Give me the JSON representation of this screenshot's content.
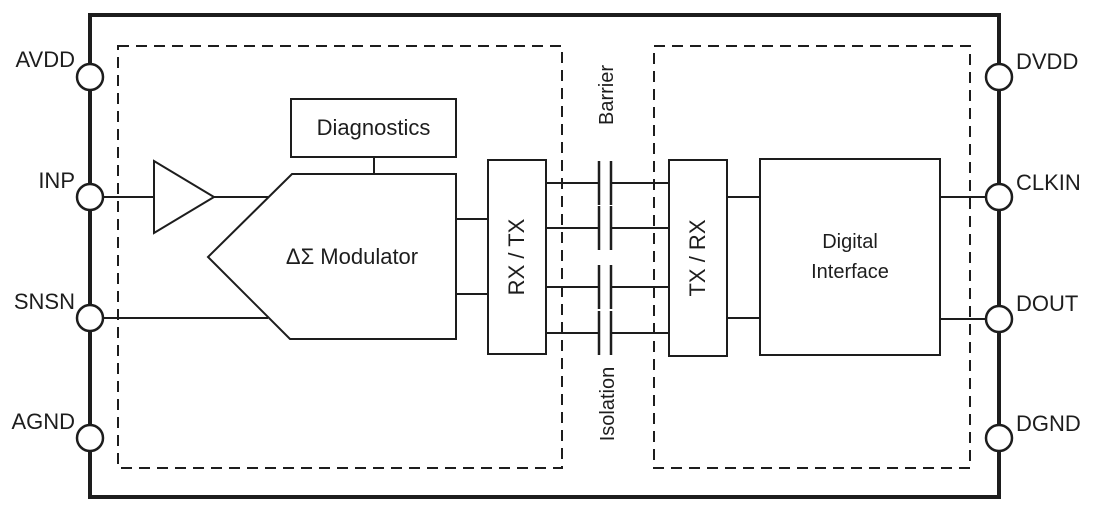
{
  "pins": {
    "left": [
      {
        "label": "AVDD"
      },
      {
        "label": "INP"
      },
      {
        "label": "SNSN"
      },
      {
        "label": "AGND"
      }
    ],
    "right": [
      {
        "label": "DVDD"
      },
      {
        "label": "CLKIN"
      },
      {
        "label": "DOUT"
      },
      {
        "label": "DGND"
      }
    ]
  },
  "blocks": {
    "diagnostics": "Diagnostics",
    "modulator": "ΔΣ Modulator",
    "rx_tx": "RX / TX",
    "tx_rx": "TX / RX",
    "digital_interface": "Digital Interface",
    "barrier": "Barrier",
    "isolation": "Isolation"
  },
  "colors": {
    "line": "#1d1d1d",
    "background": "#ffffff"
  }
}
